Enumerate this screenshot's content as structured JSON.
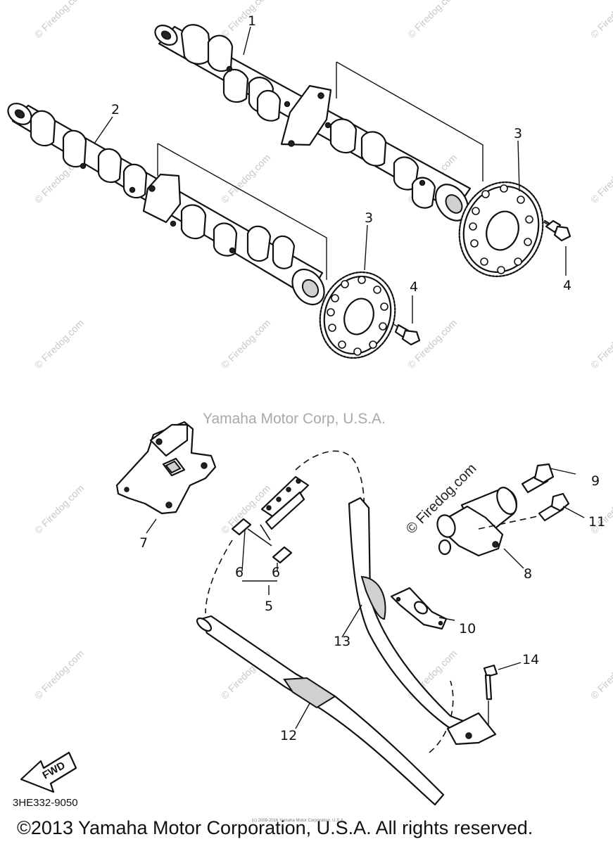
{
  "watermarks": {
    "center": "Yamaha Motor Corp, U.S.A.",
    "site": "© Firedog.com",
    "tiny": "(c) 2009-2016 Yamaha Motor Corporation, U.S.A."
  },
  "callouts": {
    "p1": "1",
    "p2": "2",
    "p3a": "3",
    "p3b": "3",
    "p4a": "4",
    "p4b": "4",
    "p5": "5",
    "p6a": "6",
    "p6b": "6",
    "p7": "7",
    "p8": "8",
    "p9": "9",
    "p10": "10",
    "p11": "11",
    "p12": "12",
    "p13": "13",
    "p14": "14"
  },
  "direction_label": "FWD",
  "diagram_code": "3HE332-9050",
  "copyright": "©2013 Yamaha Motor Corporation, U.S.A. All rights reserved."
}
